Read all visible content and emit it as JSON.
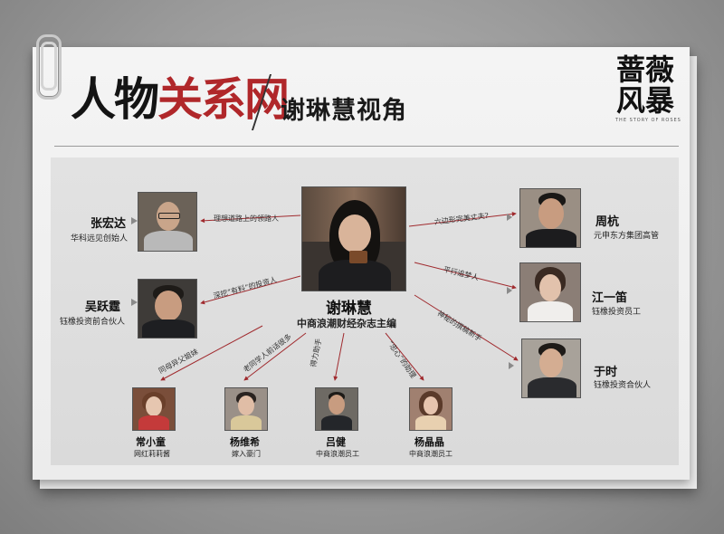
{
  "title": {
    "part1": "人物",
    "part2": "关系网",
    "subtitle": "谢琳慧视角"
  },
  "logo": {
    "line1": "蔷薇",
    "line2": "风暴",
    "english": "THE STORY OF ROSES"
  },
  "center": {
    "name": "谢琳慧",
    "desc": "中商浪潮财经杂志主编"
  },
  "people": {
    "zhang": {
      "name": "张宏达",
      "desc": "华科远见创始人"
    },
    "wu": {
      "name": "吴跃霆",
      "desc": "钰橡投资前合伙人"
    },
    "zhou": {
      "name": "周杭",
      "desc": "元申东方集团高管"
    },
    "jiang": {
      "name": "江一笛",
      "desc": "钰橡投资员工"
    },
    "yu": {
      "name": "于时",
      "desc": "钰橡投资合伙人"
    },
    "chang": {
      "name": "常小童",
      "desc": "网红莉莉酱"
    },
    "yang_wx": {
      "name": "杨维希",
      "desc": "嫁入豪门"
    },
    "lv": {
      "name": "吕健",
      "desc": "中商浪潮员工"
    },
    "yang_jj": {
      "name": "杨晶晶",
      "desc": "中商浪潮员工"
    }
  },
  "edges": {
    "zhang": "理想道路上的领路人",
    "wu": "深挖“有料”的投资人",
    "zhou": "六边形完美丈夫?",
    "jiang": "平行追梦人",
    "yu": "神秘的撰稿新手",
    "chang": "同母异父姐妹",
    "yang_wx": "老同学人前话很多",
    "lv": "得力助手",
    "yang_jj": "“忠心”的助理"
  },
  "colors": {
    "accent_red": "#b0272a",
    "line_red": "#a02a2e"
  }
}
